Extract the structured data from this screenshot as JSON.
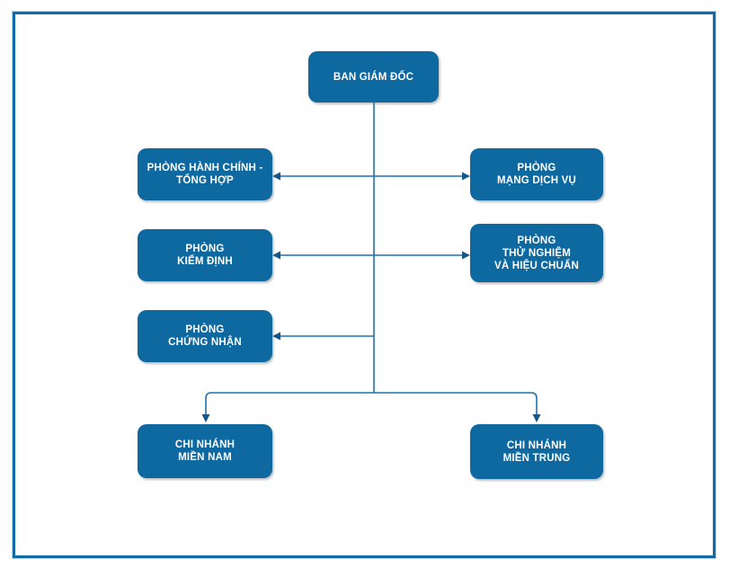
{
  "diagram": {
    "type": "org-chart",
    "colors": {
      "node_fill": "#0E69A1",
      "node_text": "#FFFFFF",
      "line": "#1C72B0",
      "arrowhead": "#14578C",
      "frame_border": "#0F6CA6",
      "background": "#FFFFFF"
    },
    "nodes": [
      {
        "id": "ban-giam-doc",
        "label": "BAN GIÁM ĐỐC",
        "lines": [
          "BAN GIÁM ĐỐC"
        ]
      },
      {
        "id": "phong-hanh-chinh-tong-hop",
        "label": "PHÒNG HÀNH CHÍNH - TỔNG HỢP",
        "lines": [
          "PHÒNG HÀNH CHÍNH -",
          "TỔNG HỢP"
        ]
      },
      {
        "id": "phong-mang-dich-vu",
        "label": "PHÒNG MẠNG DỊCH VỤ",
        "lines": [
          "PHÒNG",
          "MẠNG DỊCH VỤ"
        ]
      },
      {
        "id": "phong-kiem-dinh",
        "label": "PHÒNG KIỂM ĐỊNH",
        "lines": [
          "PHÒNG",
          "KIỂM ĐỊNH"
        ]
      },
      {
        "id": "phong-thu-nghiem-va-hieu-chuan",
        "label": "PHÒNG THỬ NGHIỆM VÀ HIỆU CHUẨN",
        "lines": [
          "PHÒNG",
          "THỬ NGHIỆM",
          "VÀ HIỆU CHUẨN"
        ]
      },
      {
        "id": "phong-chung-nhan",
        "label": "PHÒNG CHỨNG NHẬN",
        "lines": [
          "PHÒNG",
          "CHỨNG NHẬN"
        ]
      },
      {
        "id": "chi-nhanh-mien-nam",
        "label": "CHI NHÁNH MIỀN NAM",
        "lines": [
          "CHI NHÁNH",
          "MIỀN NAM"
        ]
      },
      {
        "id": "chi-nhanh-mien-trung",
        "label": "CHI NHÁNH MIỀN TRUNG",
        "lines": [
          "CHI NHÁNH",
          "MIỀN TRUNG"
        ]
      }
    ],
    "edges": [
      {
        "from": "ban-giam-doc",
        "to": "phong-hanh-chinh-tong-hop",
        "arrow": "into-target"
      },
      {
        "from": "ban-giam-doc",
        "to": "phong-mang-dich-vu",
        "arrow": "into-target"
      },
      {
        "from": "ban-giam-doc",
        "to": "phong-kiem-dinh",
        "arrow": "into-target"
      },
      {
        "from": "ban-giam-doc",
        "to": "phong-thu-nghiem-va-hieu-chuan",
        "arrow": "into-target"
      },
      {
        "from": "ban-giam-doc",
        "to": "phong-chung-nhan",
        "arrow": "into-target"
      },
      {
        "from": "ban-giam-doc",
        "to": "chi-nhanh-mien-nam",
        "arrow": "into-target"
      },
      {
        "from": "ban-giam-doc",
        "to": "chi-nhanh-mien-trung",
        "arrow": "into-target"
      }
    ]
  }
}
